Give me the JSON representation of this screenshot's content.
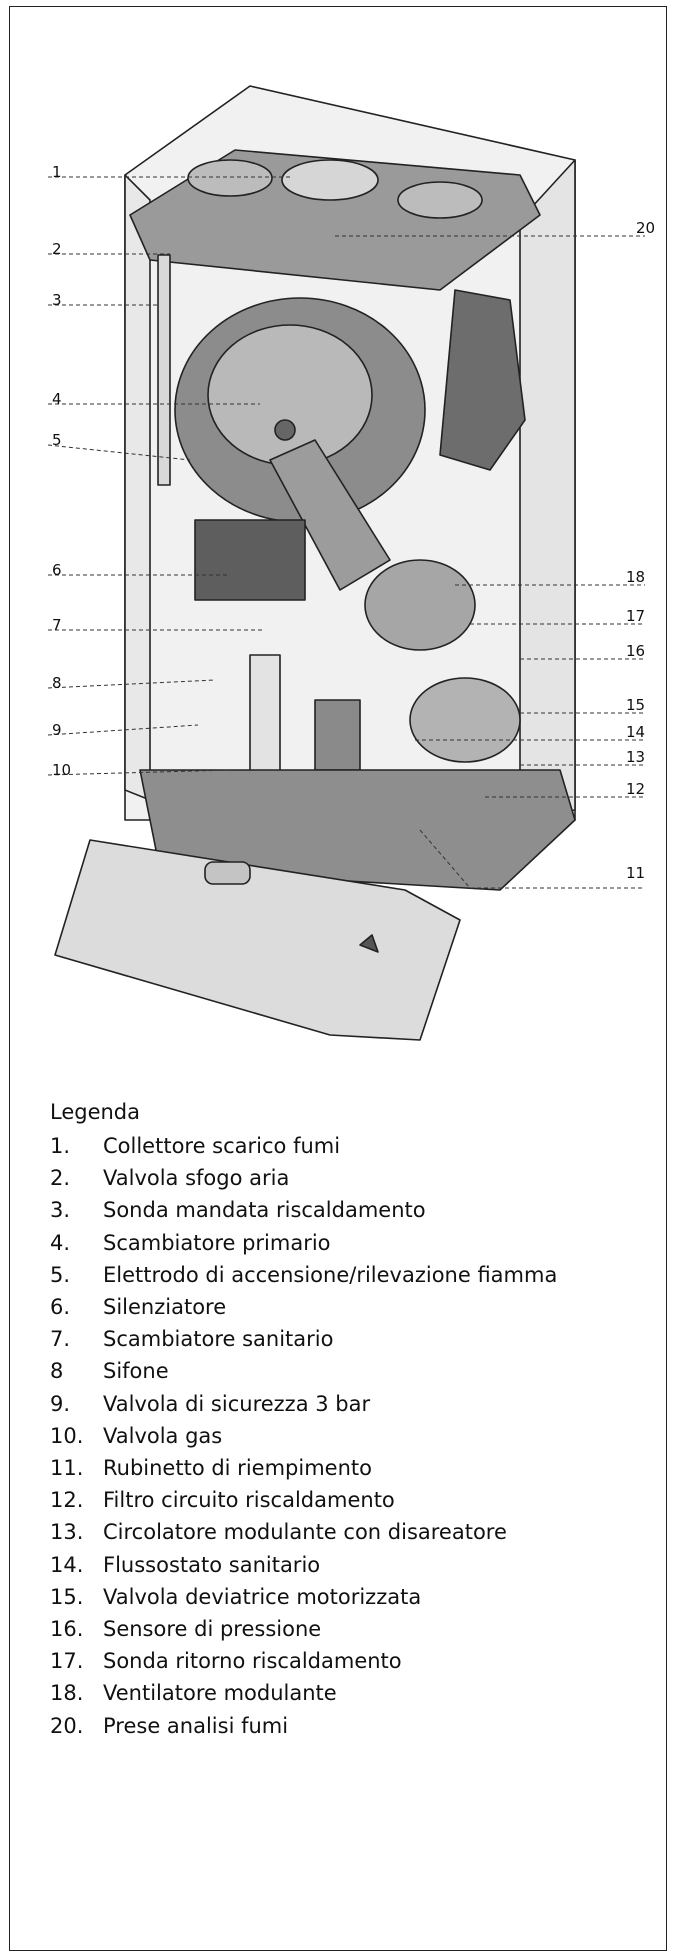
{
  "callouts": [
    {
      "id": "1",
      "side": "left"
    },
    {
      "id": "2",
      "side": "left"
    },
    {
      "id": "3",
      "side": "left"
    },
    {
      "id": "4",
      "side": "left"
    },
    {
      "id": "5",
      "side": "left"
    },
    {
      "id": "6",
      "side": "left"
    },
    {
      "id": "7",
      "side": "left"
    },
    {
      "id": "8",
      "side": "left"
    },
    {
      "id": "9",
      "side": "left"
    },
    {
      "id": "10",
      "side": "left"
    },
    {
      "id": "20",
      "side": "right"
    },
    {
      "id": "18",
      "side": "right"
    },
    {
      "id": "17",
      "side": "right"
    },
    {
      "id": "16",
      "side": "right"
    },
    {
      "id": "15",
      "side": "right"
    },
    {
      "id": "14",
      "side": "right"
    },
    {
      "id": "13",
      "side": "right"
    },
    {
      "id": "12",
      "side": "right"
    },
    {
      "id": "11",
      "side": "right"
    }
  ],
  "legend": {
    "heading": "Legenda",
    "items": [
      {
        "num": "1.",
        "text": "Collettore scarico fumi"
      },
      {
        "num": "2.",
        "text": "Valvola sfogo aria"
      },
      {
        "num": "3.",
        "text": "Sonda mandata riscaldamento"
      },
      {
        "num": "4.",
        "text": "Scambiatore primario"
      },
      {
        "num": "5.",
        "text": "Elettrodo di accensione/rilevazione fiamma"
      },
      {
        "num": "6.",
        "text": "Silenziatore"
      },
      {
        "num": "7.",
        "text": "Scambiatore sanitario"
      },
      {
        "num": "8",
        "text": "Sifone"
      },
      {
        "num": "9.",
        "text": "Valvola di sicurezza 3 bar"
      },
      {
        "num": "10.",
        "text": "Valvola gas"
      },
      {
        "num": "11.",
        "text": "Rubinetto di riempimento"
      },
      {
        "num": "12.",
        "text": "Filtro circuito riscaldamento"
      },
      {
        "num": "13.",
        "text": "Circolatore modulante con disareatore"
      },
      {
        "num": "14.",
        "text": "Flussostato sanitario"
      },
      {
        "num": "15.",
        "text": "Valvola deviatrice motorizzata"
      },
      {
        "num": "16.",
        "text": "Sensore di pressione"
      },
      {
        "num": "17.",
        "text": "Sonda ritorno riscaldamento"
      },
      {
        "num": "18.",
        "text": "Ventilatore modulante"
      },
      {
        "num": "20.",
        "text": "Prese analisi fumi"
      }
    ]
  }
}
